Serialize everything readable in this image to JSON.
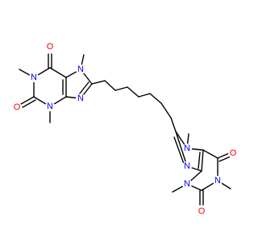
{
  "image": {
    "background": "#ffffff",
    "bond_color": "#000000"
  },
  "atom_colors": {
    "N": "#0000ff",
    "O": "#ff0000"
  },
  "upper_unit": {
    "atoms": {
      "o6": "O",
      "n1": "N",
      "o2": "O",
      "n3": "N",
      "n7": "N",
      "n9": "N"
    }
  },
  "lower_unit": {
    "atoms": {
      "n7": "N",
      "n9": "N",
      "o6": "O",
      "n3": "N",
      "n1": "N",
      "o2": "O"
    }
  }
}
